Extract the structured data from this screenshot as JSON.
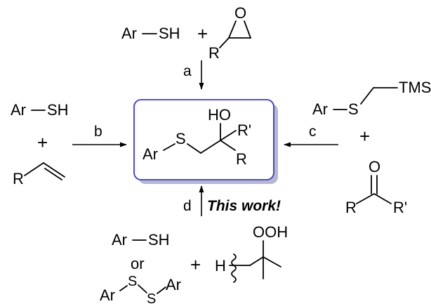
{
  "colors": {
    "box_border": "#3a3ad6",
    "box_shadow": "#b8b8c8",
    "this_work": "#2a8a2a",
    "highlight_h": "#e02020"
  },
  "route_a": {
    "thiol": "Ar",
    "sh": "SH",
    "plus": "+",
    "epoxide_o": "O",
    "epoxide_r": "R",
    "arrow_label": "a"
  },
  "route_b": {
    "thiol": "Ar",
    "sh": "SH",
    "plus": "+",
    "alkene_r": "R",
    "arrow_label": "b"
  },
  "route_c": {
    "silane_ar": "Ar",
    "silane_s": "S",
    "silane_tms": "TMS",
    "plus": "+",
    "ketone_o": "O",
    "ketone_r": "R",
    "ketone_r2": "R'",
    "arrow_label": "c"
  },
  "product": {
    "ar": "Ar",
    "s": "S",
    "ho": "HO",
    "r2": "R'",
    "r": "R"
  },
  "route_d": {
    "arrow_label": "d",
    "this_work": "This work!",
    "thiol_ar": "Ar",
    "thiol_sh": "SH",
    "or": "or",
    "disulfide_ar1": "Ar",
    "disulfide_s1": "S",
    "disulfide_s2": "S",
    "disulfide_ar2": "Ar",
    "plus": "+",
    "h": "H",
    "ooh": "OOH"
  }
}
